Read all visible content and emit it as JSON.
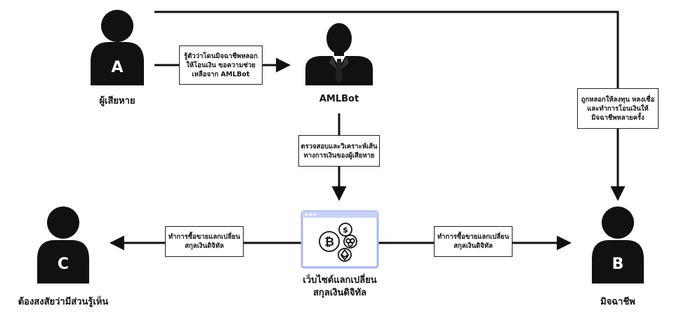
{
  "nodes": {
    "a": {
      "letter": "A",
      "label": "ผู้เสียหาย"
    },
    "aml": {
      "label": "AMLBot"
    },
    "b": {
      "letter": "B",
      "label": "มิจฉาชีพ"
    },
    "c": {
      "letter": "C",
      "label": "ต้องสงสัยว่ามีส่วนรู้เห็น"
    },
    "exchange": {
      "label_line1": "เว็บไซต์แลกเปลี่ยน",
      "label_line2": "สกุลเงินดิจิทัล"
    }
  },
  "edges": {
    "a_to_aml": [
      "รู้ตัวว่าโดนมิจฉาชีพหลอก",
      "ให้โอนเงิน ขอความช่วย",
      "เหลือจาก AMLBot"
    ],
    "aml_to_exchange": [
      "ตรวจสอบและวิเคราะห์เส้น",
      "ทางการเงินของผู้เสียหาย"
    ],
    "a_to_b": [
      "ถูกหลอกให้ลงทุน หลงเชื่อ",
      "และทำการโอนเงินให้",
      "มิจฉาชีพหลายครั้ง"
    ],
    "exchange_to_c": [
      "ทำการซื้อขายแลกเปลี่ยน",
      "สกุลเงินดิจิทัล"
    ],
    "exchange_to_b": [
      "ทำการซื้อขายแลกเปลี่ยน",
      "สกุลเงินดิจิทัล"
    ]
  },
  "colors": {
    "line": "#111111",
    "person": "#111111",
    "browser_border": "#a9b8f0",
    "browser_bar": "#c9d2f8"
  },
  "icons": {
    "person": "person-icon",
    "businessman": "businessman-icon",
    "crypto": "crypto-exchange-icon"
  }
}
